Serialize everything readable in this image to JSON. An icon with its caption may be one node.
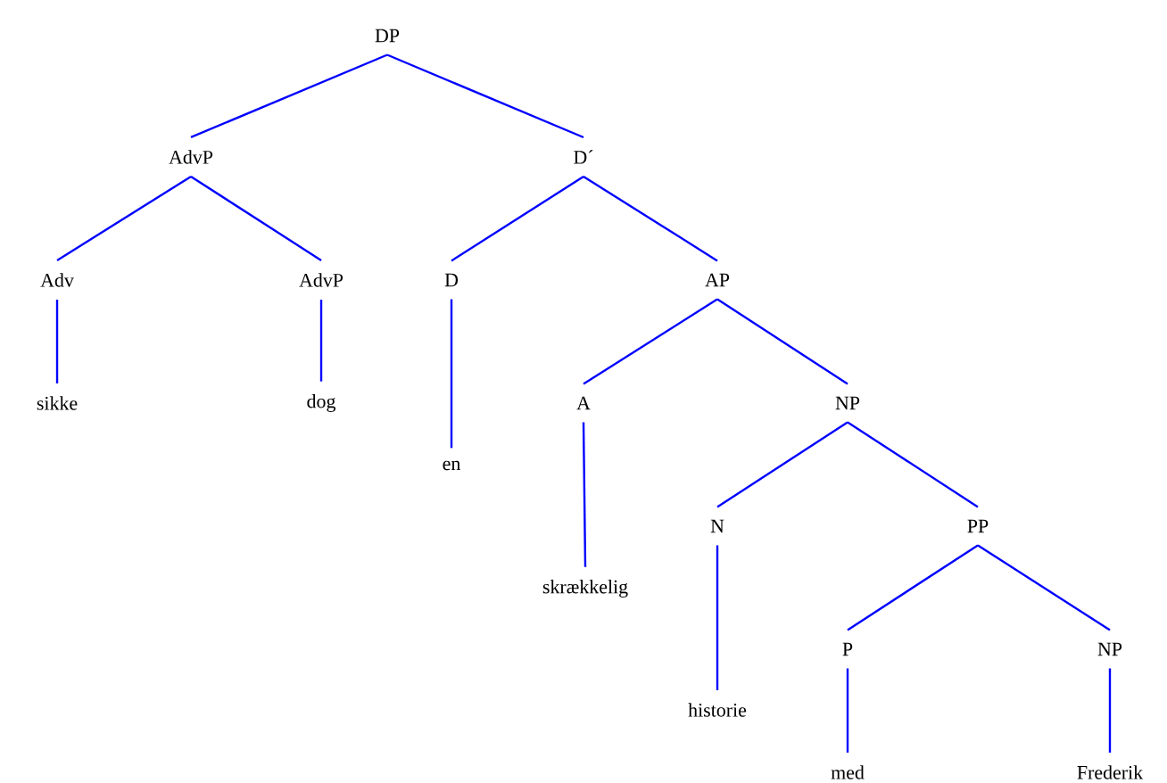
{
  "diagram": {
    "nodes": [
      {
        "text": [
          "DP"
        ]
      },
      {
        "text": [
          "AdvP"
        ]
      },
      {
        "text": [
          "D´"
        ]
      },
      {
        "text": [
          "Adv"
        ]
      },
      {
        "text": [
          "AdvP"
        ]
      },
      {
        "text": [
          "D"
        ]
      },
      {
        "text": [
          "AP"
        ]
      },
      {
        "text": [
          "sikke"
        ]
      },
      {
        "text": [
          "dog"
        ]
      },
      {
        "text": [
          "en"
        ]
      },
      {
        "text": [
          "A"
        ]
      },
      {
        "text": [
          "NP"
        ]
      },
      {
        "text": [
          "skrækkelig"
        ]
      },
      {
        "text": [
          "N"
        ]
      },
      {
        "text": [
          "PP"
        ]
      },
      {
        "text": [
          "historie"
        ]
      },
      {
        "text": [
          "P"
        ]
      },
      {
        "text": [
          "NP"
        ]
      },
      {
        "text": [
          "med"
        ]
      },
      {
        "text": [
          "Frederik"
        ]
      }
    ],
    "edges": [
      {
        "from": 0,
        "to": 1,
        "arrow": "none"
      },
      {
        "from": 0,
        "to": 2,
        "arrow": "none"
      },
      {
        "from": 1,
        "to": 3,
        "arrow": "none"
      },
      {
        "from": 1,
        "to": 4,
        "arrow": "none"
      },
      {
        "from": 2,
        "to": 5,
        "arrow": "none"
      },
      {
        "from": 2,
        "to": 6,
        "arrow": "none"
      },
      {
        "from": 3,
        "to": 7,
        "arrow": "none"
      },
      {
        "from": 4,
        "to": 8,
        "arrow": "none"
      },
      {
        "from": 5,
        "to": 9,
        "arrow": "none"
      },
      {
        "from": 6,
        "to": 10,
        "arrow": "none"
      },
      {
        "from": 6,
        "to": 11,
        "arrow": "none"
      },
      {
        "from": 10,
        "to": 12,
        "arrow": "none"
      },
      {
        "from": 11,
        "to": 13,
        "arrow": "none"
      },
      {
        "from": 11,
        "to": 14,
        "arrow": "none"
      },
      {
        "from": 13,
        "to": 15,
        "arrow": "none"
      },
      {
        "from": 14,
        "to": 16,
        "arrow": "none"
      },
      {
        "from": 14,
        "to": 17,
        "arrow": "none"
      },
      {
        "from": 16,
        "to": 18,
        "arrow": "none"
      },
      {
        "from": 17,
        "to": 19,
        "arrow": "none"
      }
    ]
  }
}
